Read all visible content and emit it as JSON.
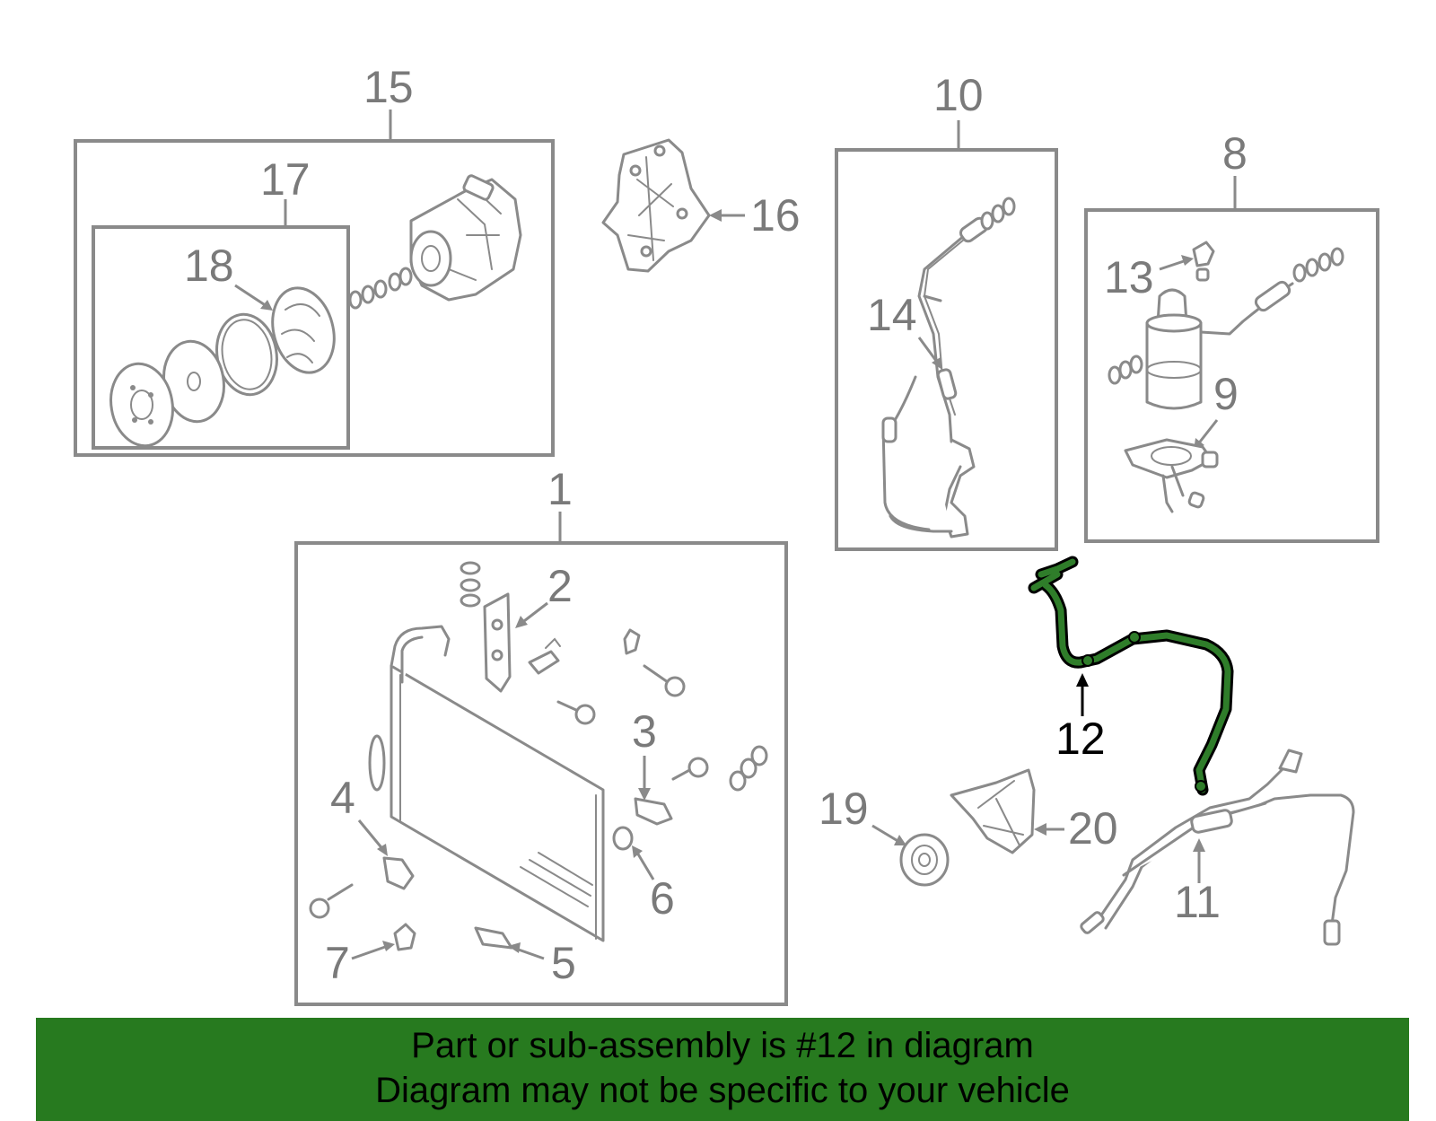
{
  "callouts": {
    "c1": "1",
    "c2": "2",
    "c3": "3",
    "c4": "4",
    "c5": "5",
    "c6": "6",
    "c7": "7",
    "c8": "8",
    "c9": "9",
    "c10": "10",
    "c11": "11",
    "c12": "12",
    "c13": "13",
    "c14": "14",
    "c15": "15",
    "c16": "16",
    "c17": "17",
    "c18": "18",
    "c19": "19",
    "c20": "20"
  },
  "highlight": {
    "part_number": "12",
    "color": "#2f7d2a"
  },
  "banner": {
    "line1": "Part or sub-assembly is #12 in diagram",
    "line2": "Diagram may not be specific to your vehicle",
    "background": "#277a1f"
  }
}
